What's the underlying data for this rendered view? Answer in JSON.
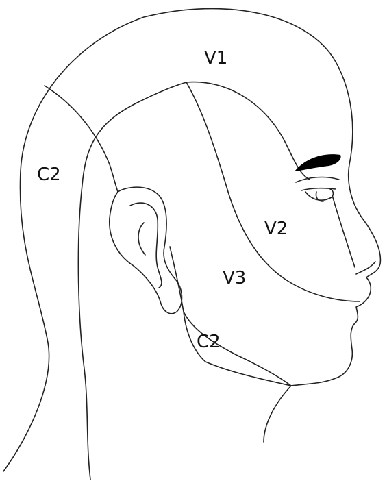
{
  "labels": {
    "v1": "V1",
    "c2_back": "C2",
    "v2": "V2",
    "v3": "V3",
    "c2_neck": "C2"
  },
  "colors": {
    "line": "#222222",
    "eyebrow": "#000000",
    "background": "#ffffff"
  }
}
